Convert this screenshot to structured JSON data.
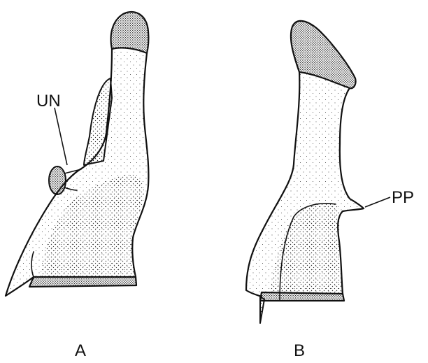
{
  "figure": {
    "panels": [
      {
        "id": "A",
        "label": "A"
      },
      {
        "id": "B",
        "label": "B"
      }
    ],
    "annotations": {
      "un": "UN",
      "pp": "PP"
    }
  }
}
